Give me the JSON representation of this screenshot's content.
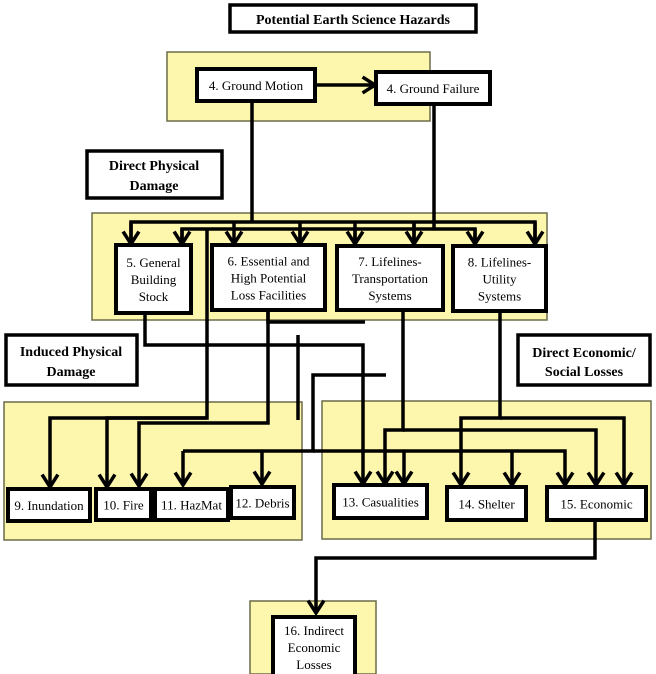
{
  "title": "Potential Earth Science Hazards",
  "sections": {
    "direct_physical": "Direct Physical Damage",
    "induced_physical": "Induced Physical Damage",
    "direct_economic": "Direct Economic/ Social Losses"
  },
  "section_lines": {
    "direct_physical": [
      "Direct Physical",
      "Damage"
    ],
    "induced_physical": [
      "Induced Physical",
      "Damage"
    ],
    "direct_economic": [
      "Direct Economic/",
      "Social Losses"
    ]
  },
  "nodes": {
    "ground_motion": [
      "4. Ground Motion"
    ],
    "ground_failure": [
      "4. Ground Failure"
    ],
    "general_building": [
      "5. General",
      "Building",
      "Stock"
    ],
    "essential_facilities": [
      "6. Essential and",
      "High Potential",
      "Loss Facilities"
    ],
    "lifelines_transport": [
      "7.  Lifelines-",
      "Transportation",
      "Systems"
    ],
    "lifelines_utility": [
      "8.  Lifelines-",
      "Utility",
      "Systems"
    ],
    "inundation": [
      "9. Inundation"
    ],
    "fire": [
      "10. Fire"
    ],
    "hazmat": [
      "11. HazMat"
    ],
    "debris": [
      "12. Debris"
    ],
    "casualties": [
      "13. Casualities"
    ],
    "shelter": [
      "14. Shelter"
    ],
    "economic": [
      "15. Economic"
    ],
    "indirect_economic": [
      "16. Indirect",
      "Economic",
      "Losses"
    ]
  },
  "colors": {
    "panel": "#fdf7ad",
    "box": "#ffffff",
    "line": "#000000"
  }
}
